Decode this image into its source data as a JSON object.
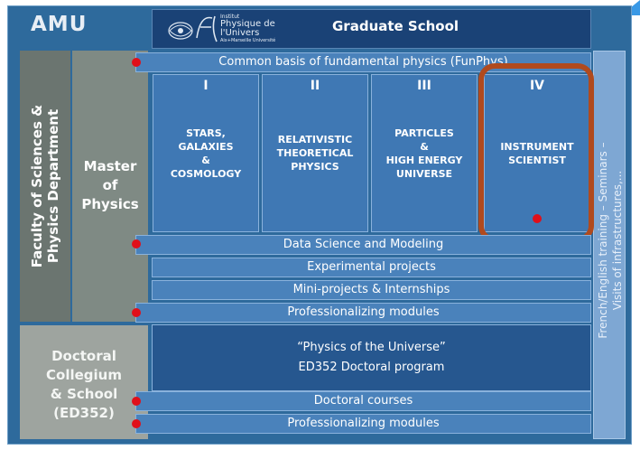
{
  "corner_text": "AMU",
  "header": {
    "institute_line1": "Institut",
    "institute_line2": "Physique de",
    "institute_line3": "l'Univers",
    "institute_line4": "Aix+Marseille Université",
    "title": "Graduate School"
  },
  "left": {
    "faculty": "Faculty of Sciences & Physics Department",
    "master_lines": [
      "Master",
      "of",
      "Physics"
    ],
    "doctoral_lines": [
      "Doctoral",
      "Collegium",
      "& School",
      "(ED352)"
    ]
  },
  "right_column": "French/English training – Seminars – Visits of infrastructures,...",
  "rows": {
    "funphys": "Common basis of fundamental physics (FunPhys)",
    "data_science": "Data Science and Modeling",
    "experimental": "Experimental projects",
    "mini_projects": "Mini-projects & Internships",
    "professionalizing_master": "Professionalizing modules",
    "doctoral_courses": "Doctoral courses",
    "professionalizing_doctoral": "Professionalizing modules"
  },
  "doctoral_program": {
    "line1": "“Physics of the Universe”",
    "line2": "ED352 Doctoral program"
  },
  "tracks": [
    {
      "num": "I",
      "lines": [
        "STARS,",
        "GALAXIES",
        "&",
        "COSMOLOGY"
      ]
    },
    {
      "num": "II",
      "lines": [
        "RELATIVISTIC",
        "THEORETICAL",
        "PHYSICS"
      ]
    },
    {
      "num": "III",
      "lines": [
        "PARTICLES",
        "&",
        "HIGH ENERGY",
        "UNIVERSE"
      ]
    },
    {
      "num": "IV",
      "lines": [
        "INSTRUMENT",
        "SCIENTIST"
      ]
    }
  ],
  "colors": {
    "frame": "#2e6a9c",
    "header": "#1a4276",
    "bar": "#4a82bb",
    "highlight": "#b04a1e",
    "dot": "#e0101a"
  }
}
